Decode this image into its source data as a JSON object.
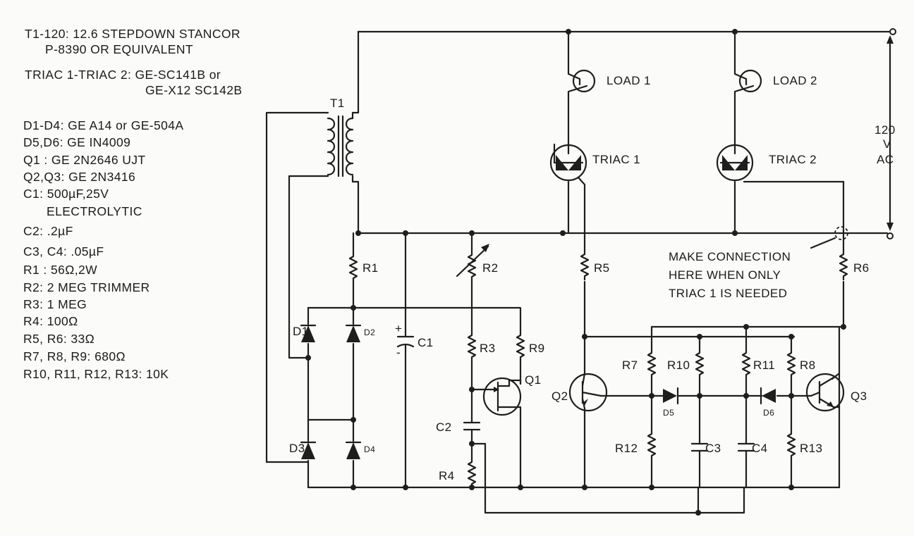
{
  "parts_list": [
    "T1-120: 12.6 STEPDOWN STANCOR",
    "P-8390 OR EQUIVALENT",
    "TRIAC 1-TRIAC 2: GE-SC141B or",
    "GE-X12 SC142B",
    "D1-D4: GE A14 or GE-504A",
    "D5,D6: GE IN4009",
    "Q1 : GE 2N2646 UJT",
    "Q2,Q3: GE 2N3416",
    "C1: 500µF,25V",
    "ELECTROLYTIC",
    "C2: .2µF",
    "C3, C4: .05µF",
    "R1 : 56Ω,2W",
    "R2: 2 MEG TRIMMER",
    "R3: 1 MEG",
    "R4: 100Ω",
    "R5, R6: 33Ω",
    "R7, R8, R9: 680Ω",
    "R10, R11, R12, R13: 10K"
  ],
  "labels": {
    "t1": "T1",
    "load1": "LOAD 1",
    "load2": "LOAD 2",
    "triac1": "TRIAC 1",
    "triac2": "TRIAC 2",
    "ac_120": "120",
    "ac_v": "V",
    "ac_ac": "AC",
    "note1": "MAKE CONNECTION",
    "note2": "HERE WHEN ONLY",
    "note3": "TRIAC 1 IS NEEDED",
    "r1": "R1",
    "r2": "R2",
    "r3": "R3",
    "r4": "R4",
    "r5": "R5",
    "r6": "R6",
    "r7": "R7",
    "r8": "R8",
    "r9": "R9",
    "r10": "R10",
    "r11": "R11",
    "r12": "R12",
    "r13": "R13",
    "c1": "C1",
    "c2": "C2",
    "c3": "C3",
    "c4": "C4",
    "d1": "D1",
    "d2": "D2",
    "d3": "D3",
    "d4": "D4",
    "d5": "D5",
    "d6": "D6",
    "q1": "Q1",
    "q2": "Q2",
    "q3": "Q3",
    "c1_plus": "+",
    "c1_minus": "-"
  }
}
